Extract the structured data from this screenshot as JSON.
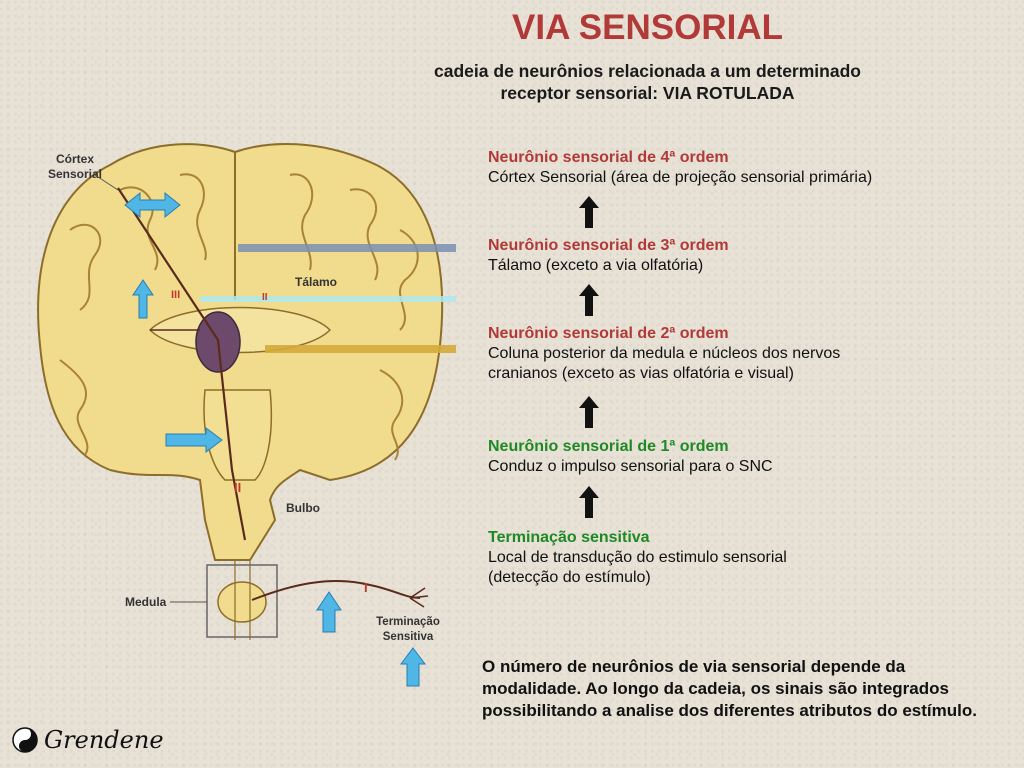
{
  "title": "VIA SENSORIAL",
  "subtitle_line1": "cadeia de neurônios relacionada a um determinado",
  "subtitle_line2": "receptor sensorial: VIA ROTULADA",
  "steps": [
    {
      "head": "Neurônio sensorial de 4ª ordem",
      "line1": "Córtex Sensorial (área de projeção sensorial primária)",
      "line2": "",
      "color": "#b13a38"
    },
    {
      "head": "Neurônio sensorial de 3ª ordem",
      "line1": "Tálamo (exceto a via olfatória)",
      "line2": "",
      "color": "#b13a38"
    },
    {
      "head": "Neurônio sensorial de 2ª ordem",
      "line1": "Coluna posterior da medula e núcleos dos nervos",
      "line2": "cranianos (exceto as vias olfatória e visual)",
      "color": "#b13a38"
    },
    {
      "head": "Neurônio sensorial de 1ª ordem",
      "line1": "Conduz o impulso sensorial para o SNC",
      "line2": "",
      "color": "#1f8a25"
    },
    {
      "head": "Terminação sensitiva",
      "line1": "Local de transdução do estimulo sensorial",
      "line2": "(detecção do estímulo)",
      "color": "#1f8a25"
    }
  ],
  "note": "O número de neurônios de via sensorial depende da modalidade. Ao longo da cadeia, os sinais são integrados  possibilitando a analise dos diferentes atributos do estímulo.",
  "diagram_labels": {
    "cortex_line1": "Córtex",
    "cortex_line2": "Sensorial",
    "talamo": "Tálamo",
    "bulbo": "Bulbo",
    "medula": "Medula",
    "terminacao_line1": "Terminação",
    "terminacao_line2": "Sensitiva",
    "roman_1": "I",
    "roman_2": "II",
    "roman_3": "III",
    "roman_2b": "II"
  },
  "logo_text": "Grendene",
  "colors": {
    "title": "#b13a38",
    "green": "#1f8a25",
    "arrow_blue": "#4fb6e6",
    "brain": "#f0dc8c"
  }
}
